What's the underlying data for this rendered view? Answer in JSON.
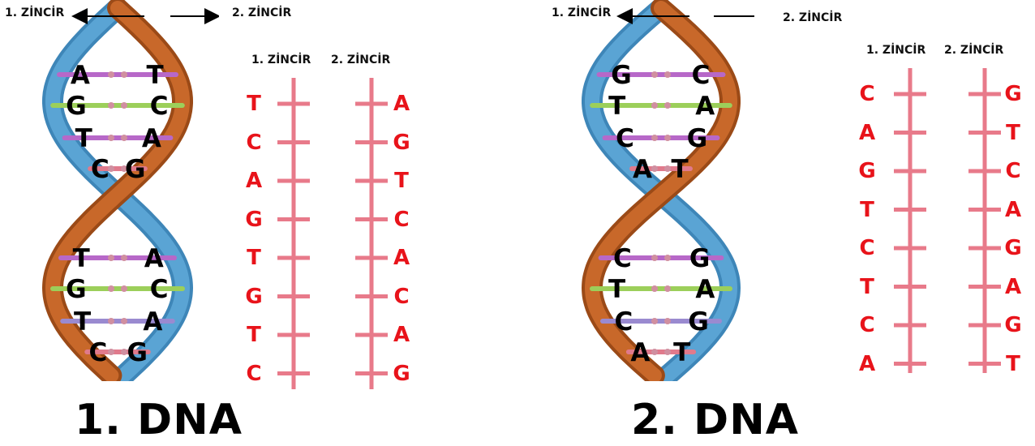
{
  "colors": {
    "letter": "#e8131a",
    "rung": "#e87a8a",
    "strand_orange": "#c8682a",
    "strand_blue": "#5aa4d4"
  },
  "panels": [
    {
      "title": "1. DNA",
      "strand1_label": "1. ZİNCİR",
      "strand2_label": "2. ZİNCİR",
      "helix_pairs": [
        [
          "A",
          "T"
        ],
        [
          "G",
          "C"
        ],
        [
          "T",
          "A"
        ],
        [
          "C",
          "G"
        ],
        [
          "T",
          "A"
        ],
        [
          "G",
          "C"
        ],
        [
          "T",
          "A"
        ],
        [
          "C",
          "G"
        ]
      ],
      "ladder": {
        "head1": "1. ZİNCİR",
        "head2": "2. ZİNCİR",
        "left": [
          "T",
          "C",
          "A",
          "G",
          "T",
          "G",
          "T",
          "C"
        ],
        "right": [
          "A",
          "G",
          "T",
          "C",
          "A",
          "C",
          "A",
          "G"
        ]
      }
    },
    {
      "title": "2. DNA",
      "strand1_label": "1. ZİNCİR",
      "strand2_label": "2. ZİNCİR",
      "helix_pairs": [
        [
          "G",
          "C"
        ],
        [
          "T",
          "A"
        ],
        [
          "C",
          "G"
        ],
        [
          "A",
          "T"
        ],
        [
          "C",
          "G"
        ],
        [
          "T",
          "A"
        ],
        [
          "C",
          "G"
        ],
        [
          "A",
          "T"
        ]
      ],
      "ladder": {
        "head1": "1. ZİNCİR",
        "head2": "2. ZİNCİR",
        "left": [
          "C",
          "A",
          "G",
          "T",
          "C",
          "T",
          "C",
          "A"
        ],
        "right": [
          "G",
          "T",
          "C",
          "A",
          "G",
          "A",
          "G",
          "T"
        ]
      }
    }
  ]
}
